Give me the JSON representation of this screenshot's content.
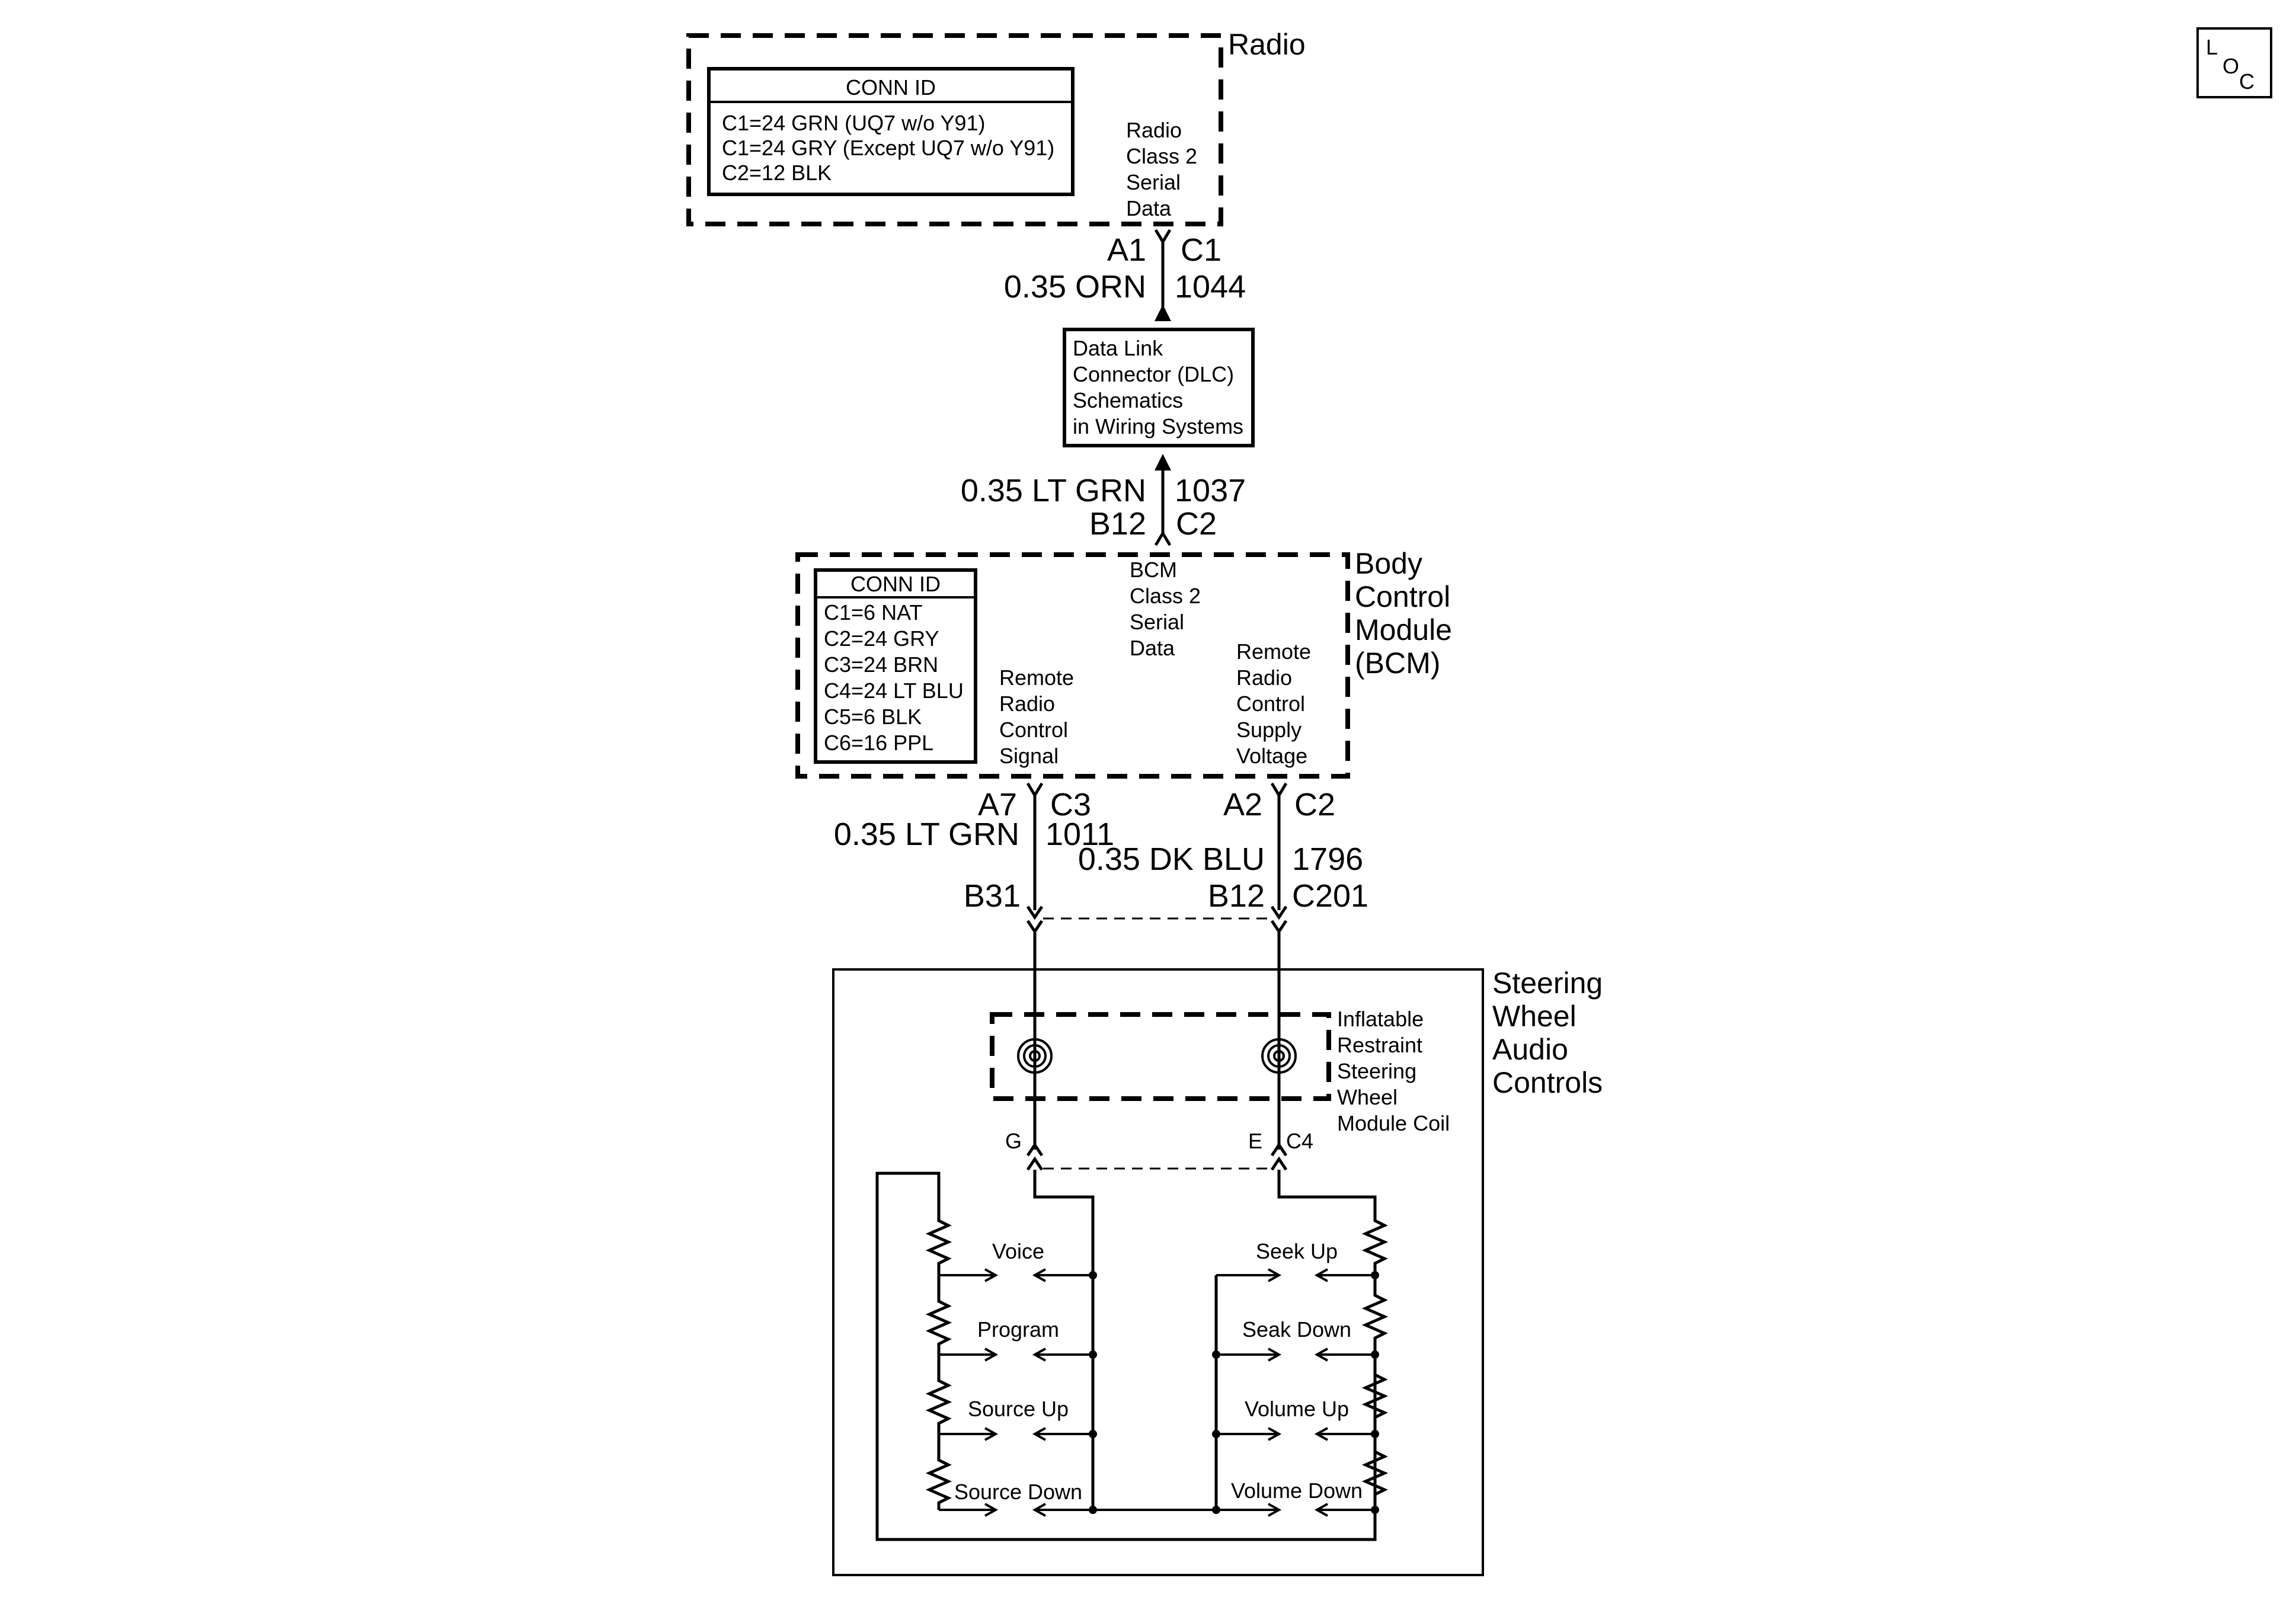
{
  "loc_badge": {
    "l": "L",
    "o": "O",
    "c": "C"
  },
  "radio": {
    "title": "Radio",
    "conn_id": {
      "header": "CONN ID",
      "lines": [
        "C1=24 GRN (UQ7 w/o Y91)",
        "C1=24 GRY (Except UQ7 w/o Y91)",
        "C2=12 BLK"
      ]
    },
    "function_label": [
      "Radio",
      "Class 2",
      "Serial",
      "Data"
    ]
  },
  "wire_radio_dlc": {
    "pin": "A1",
    "conn": "C1",
    "wire": "0.35 ORN",
    "circuit": "1044"
  },
  "dlc": {
    "lines": [
      "Data Link",
      "Connector (DLC)",
      "Schematics",
      "in Wiring Systems"
    ]
  },
  "wire_dlc_bcm": {
    "wire": "0.35 LT GRN",
    "circuit": "1037",
    "pin": "B12",
    "conn": "C2"
  },
  "bcm": {
    "title": [
      "Body",
      "Control",
      "Module",
      "(BCM)"
    ],
    "conn_id": {
      "header": "CONN ID",
      "lines": [
        "C1=6 NAT",
        "C2=24 GRY",
        "C3=24 BRN",
        "C4=24 LT BLU",
        "C5=6 BLK",
        "C6=16 PPL"
      ]
    },
    "serial_label": [
      "BCM",
      "Class 2",
      "Serial",
      "Data"
    ],
    "signal_label": [
      "Remote",
      "Radio",
      "Control",
      "Signal"
    ],
    "supply_label": [
      "Remote",
      "Radio",
      "Control",
      "Supply",
      "Voltage"
    ]
  },
  "wire_signal": {
    "pin": "A7",
    "conn": "C3",
    "wire": "0.35 LT GRN",
    "circuit": "1011",
    "inline_pin": "B31"
  },
  "wire_supply": {
    "pin": "A2",
    "conn": "C2",
    "wire": "0.35 DK BLU",
    "circuit": "1796",
    "inline_pin": "B12",
    "inline_conn": "C201"
  },
  "steering": {
    "title": [
      "Steering",
      "Wheel",
      "Audio",
      "Controls"
    ],
    "coil_label": [
      "Inflatable",
      "Restraint",
      "Steering",
      "Wheel",
      "Module Coil"
    ],
    "coil_pin_left": "G",
    "coil_pin_right": "E",
    "coil_conn": "C4",
    "switches_left": [
      "Voice",
      "Program",
      "Source Up",
      "Source Down"
    ],
    "switches_right": [
      "Seek Up",
      "Seak Down",
      "Volume Up",
      "Volume Down"
    ]
  }
}
